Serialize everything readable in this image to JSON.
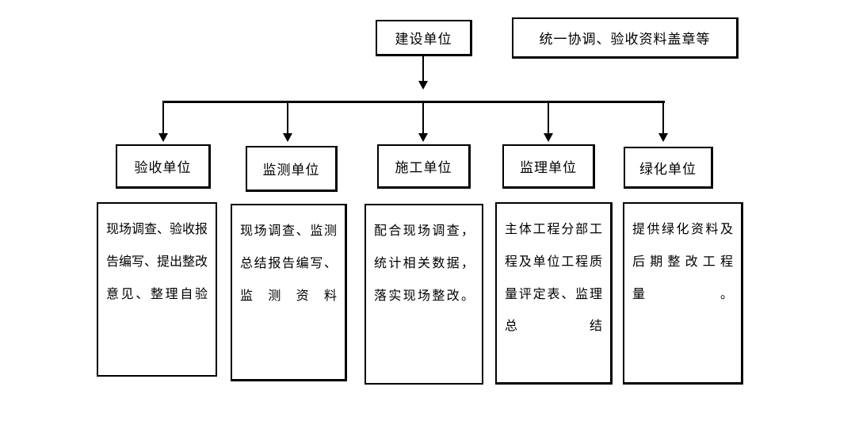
{
  "diagram": {
    "title_box": {
      "label": "建设单位"
    },
    "note_box": {
      "label": "统一协调、验收资料盖章等"
    },
    "units": [
      {
        "label": "验收单位"
      },
      {
        "label": "监测单位"
      },
      {
        "label": "施工单位"
      },
      {
        "label": "监理单位"
      },
      {
        "label": "绿化单位"
      }
    ],
    "duties": [
      {
        "text": "现场调查、验收报告编写、提出整改意见、整理自验"
      },
      {
        "text": "现场调查、监测总结报告编写、监测资料"
      },
      {
        "text": "配合现场调查，统计相关数据，落实现场整改。"
      },
      {
        "text": "主体工程分部工程及单位工程质量评定表、监理总结"
      },
      {
        "text": "提供绿化资料及后期整改工程量。"
      }
    ],
    "colors": {
      "line": "#000000",
      "box_fill": "#ffffff",
      "text": "#000000",
      "background": "#ffffff"
    }
  }
}
